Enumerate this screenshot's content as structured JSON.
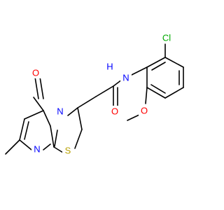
{
  "molecule": {
    "colors": {
      "bond": "#000000",
      "carbon": "#000000",
      "oxygen": "#ff0000",
      "nitrogen": "#0000ff",
      "sulfur": "#b8a000",
      "chlorine": "#00aa00"
    },
    "labels": {
      "cl": "Cl",
      "o_carbonyl": "O",
      "o_methoxy": "O",
      "n_amide": "N",
      "h_amide": "H",
      "n_ring_top": "N",
      "n_ring_bottom": "N",
      "o_ring": "O",
      "s_ring": "S"
    }
  }
}
